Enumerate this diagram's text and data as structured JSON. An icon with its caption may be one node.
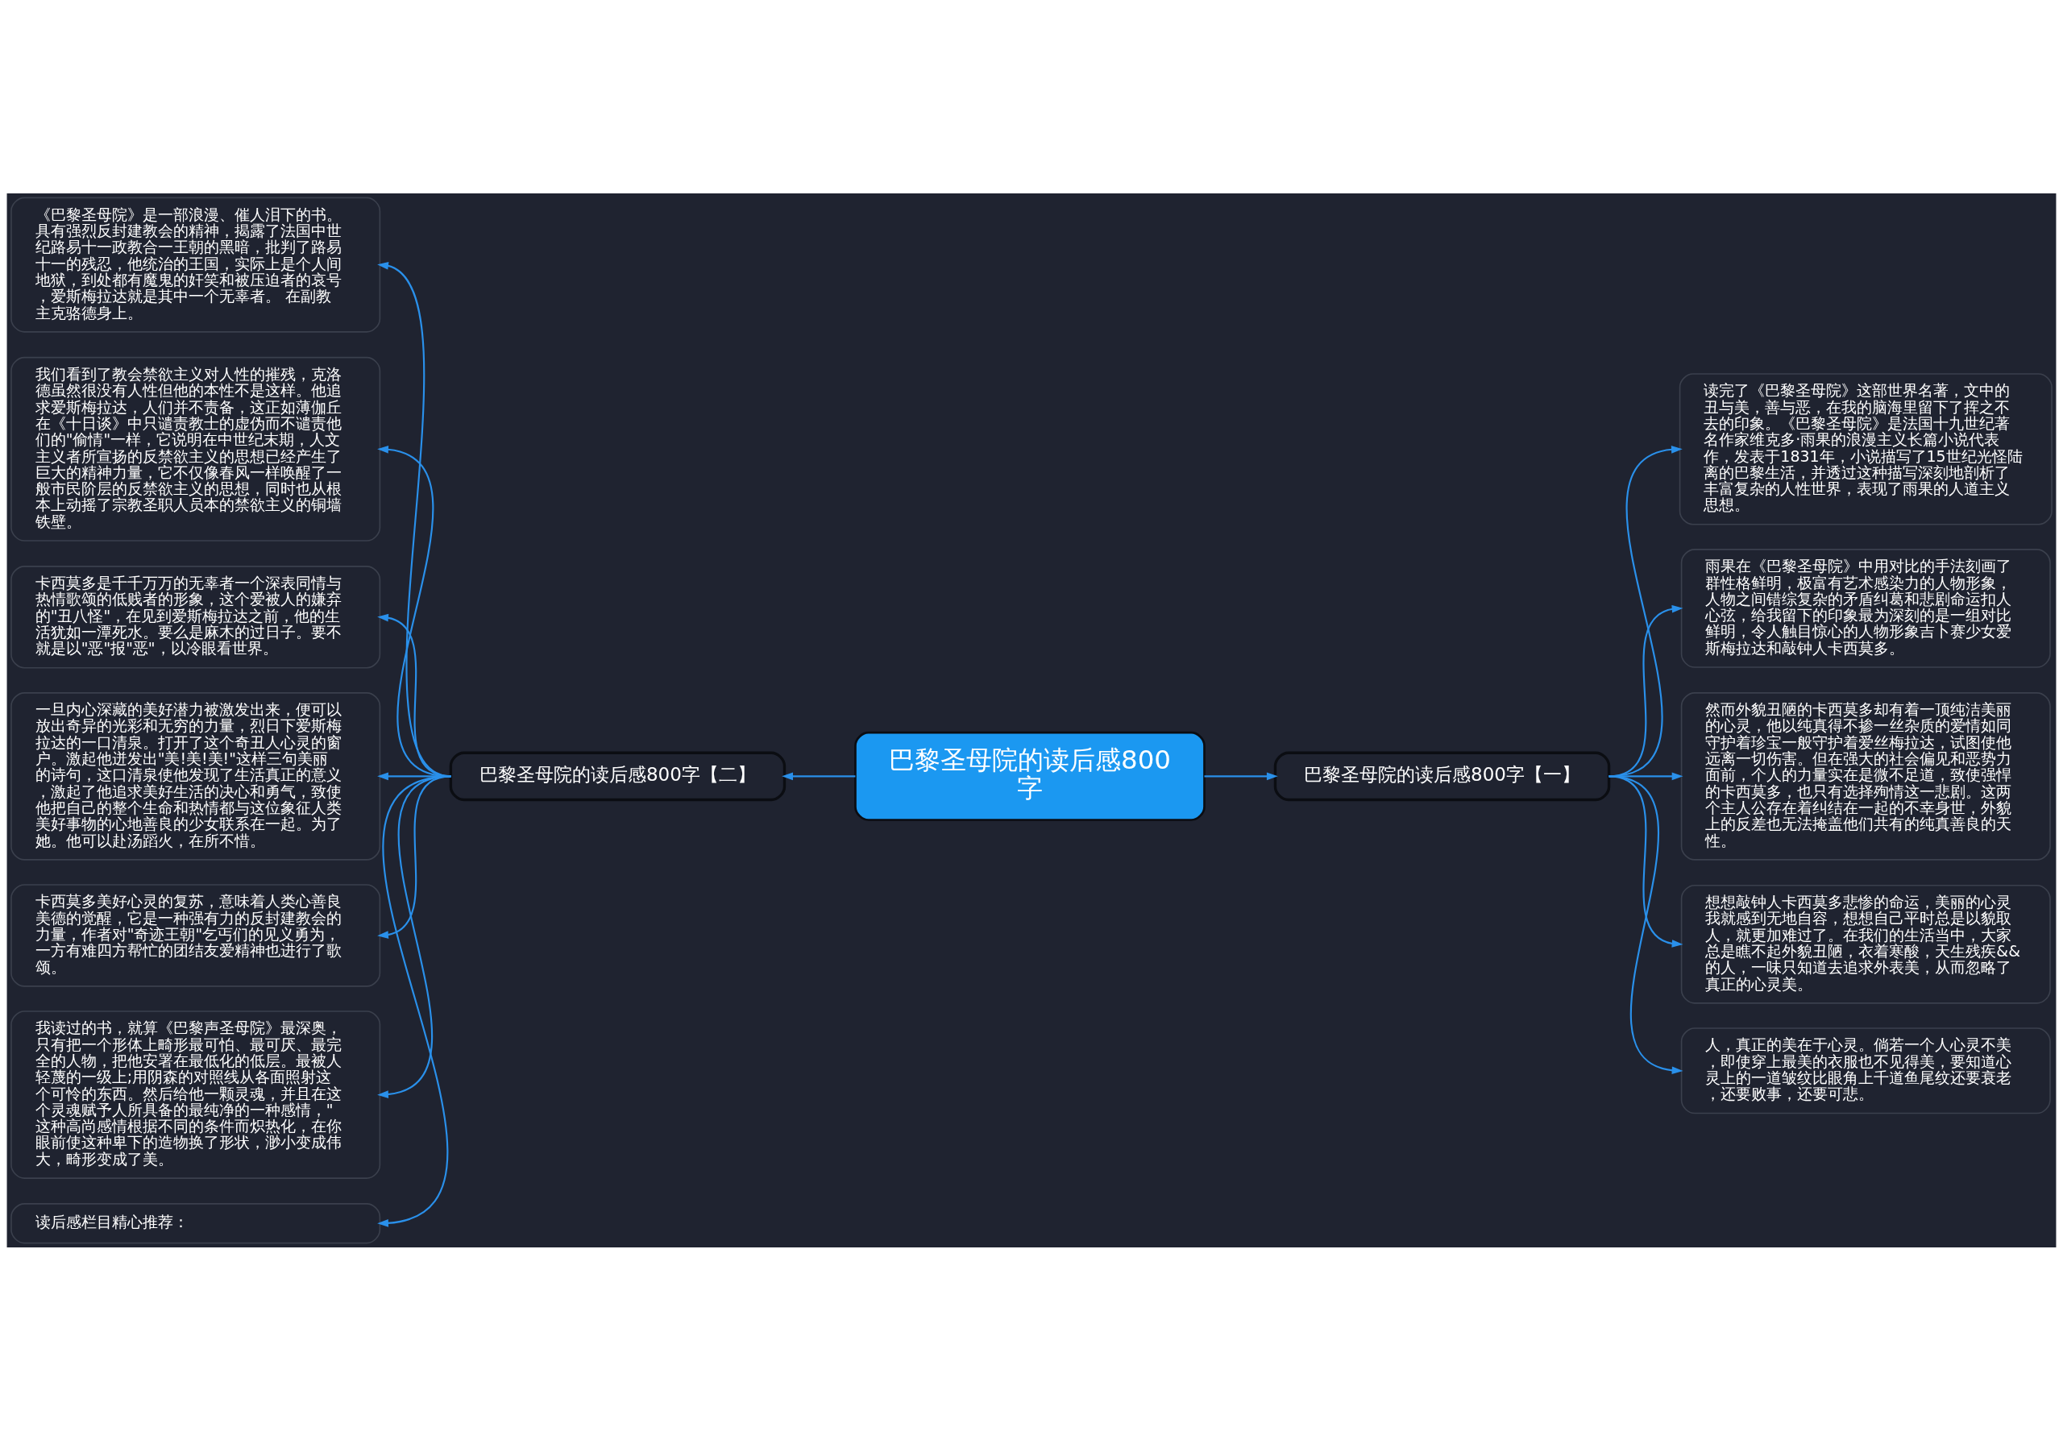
{
  "diagram": {
    "nodes": [
      {
        "text": [
          "巴黎圣母院的读后感800字"
        ]
      },
      {
        "text": [
          "巴黎圣母院的读后感800字【一】"
        ]
      },
      {
        "text": [
          "读完了《巴黎圣母院》这部世界名著，文中的丑与美，善与恶，在我的脑海里留下了挥之不去的印象。《巴黎圣母院》是法国十九世纪著名作家维克多·雨果的浪漫主义长篇小说代表作，发表于1831年，小说描写了15世纪光怪陆离的巴黎生活，并透过这种描写深刻地剖析了丰富复杂的人性世界，表现了雨果的人道主义思想。"
        ]
      },
      {
        "text": [
          "雨果在《巴黎圣母院》中用对比的手法刻画了群性格鲜明，极富有艺术感染力的人物形象，人物之间错综复杂的矛盾纠葛和悲剧命运扣人心弦，给我留下的印象最为深刻的是一组对比鲜明，令人触目惊心的人物形象吉卜赛少女爱斯梅拉达和敲钟人卡西莫多。"
        ]
      },
      {
        "text": [
          "然而外貌丑陋的卡西莫多却有着一顶纯洁美丽的心灵，他以纯真得不掺一丝杂质的爱情如同守护着珍宝一般守护着爱丝梅拉达，试图使他远离一切伤害。但在强大的社会偏见和恶势力面前，个人的力量实在是微不足道，致使强悍的卡西莫多，也只有选择殉情这一悲剧。这两个主人公存在着纠结在一起的不幸身世，外貌上的反差也无法掩盖他们共有的纯真善良的天性。"
        ]
      },
      {
        "text": [
          "想想敲钟人卡西莫多悲惨的命运，美丽的心灵我就感到无地自容，想想自己平时总是以貌取人，就更加难过了。在我们的生活当中，大家总是瞧不起外貌丑陋，衣着寒酸，天生残疾&&的人，一味只知道去追求外表美，从而忽略了真正的心灵美。"
        ]
      },
      {
        "text": [
          "人，真正的美在于心灵。倘若一个人心灵不美，即使穿上最美的衣服也不见得美，要知道心灵上的一道皱纹比眼角上千道鱼尾纹还要衰老，还要败事，还要可悲。"
        ]
      },
      {
        "text": [
          "巴黎圣母院的读后感800字【二】"
        ]
      },
      {
        "text": [
          "《巴黎圣母院》是一部浪漫、催人泪下的书。具有强烈反封建教会的精神，揭露了法国中世纪路易十一政教合一王朝的黑暗，批判了路易十一的残忍，他统治的王国，实际上是个人间地狱，到处都有魔鬼的奸笑和被压迫者的哀号，爱斯梅拉达就是其中一个无辜者。 在副教主克骆德身上。"
        ]
      },
      {
        "text": [
          "我们看到了教会禁欲主义对人性的摧残，克洛德虽然很没有人性但他的本性不是这样。他追求爱斯梅拉达，人们并不责备，这正如薄伽丘在《十日谈》中只谴责教士的虚伪而不谴责他们的\"偷情\"一样，它说明在中世纪末期，人文主义者所宣扬的反禁欲主义的思想已经产生了巨大的精神力量，它不仅像春风一样唤醒了一般市民阶层的反禁欲主义的思想，同时也从根本上动摇了宗教圣职人员本的禁欲主义的铜墙铁壁。"
        ]
      },
      {
        "text": [
          "卡西莫多是千千万万的无辜者一个深表同情与热情歌颂的低贱者的形象，这个爱被人的嫌弃的\"丑八怪\"，在见到爱斯梅拉达之前，他的生活犹如一潭死水。要么是麻木的过日子。要不就是以\"恶\"报\"恶\"，以冷眼看世界。"
        ]
      },
      {
        "text": [
          "一旦内心深藏的美好潜力被激发出来，便可以放出奇异的光彩和无穷的力量，烈日下爱斯梅拉达的一口清泉。打开了这个奇丑人心灵的窗户。激起他迸发出\"美!美!美!\"这样三句美丽的诗句，这口清泉使他发现了生活真正的意义，激起了他追求美好生活的决心和勇气，致使他把自己的整个生命和热情都与这位象征人类美好事物的心地善良的少女联系在一起。为了她。他可以赴汤蹈火，在所不惜。"
        ]
      },
      {
        "text": [
          "卡西莫多美好心灵的复苏，意味着人类心善良美德的觉醒，它是一种强有力的反封建教会的力量，作者对\"奇迹王朝\"乞丐们的见义勇为，一方有难四方帮忙的团结友爱精神也进行了歌颂。"
        ]
      },
      {
        "text": [
          "我读过的书，就算《巴黎声圣母院》最深奥，只有把一个形体上畸形最可怕、最可厌、最完全的人物，把他安署在最低化的低层。最被人轻蔑的一级上;用阴森的对照线从各面照射这个可怜的东西。然后给他一颗灵魂，并且在这个灵魂赋予人所具备的最纯净的一种感情，\"这种高尚感情根据不同的条件而炽热化，在你眼前使这种卑下的造物换了形状，渺小变成伟大，畸形变成了美。"
        ]
      },
      {
        "text": [
          "读后感栏目精心推荐："
        ]
      }
    ],
    "edges": [
      {
        "from": 0,
        "to": 1,
        "arrow": "to"
      },
      {
        "from": 1,
        "to": 2,
        "arrow": "to"
      },
      {
        "from": 1,
        "to": 3,
        "arrow": "to"
      },
      {
        "from": 1,
        "to": 4,
        "arrow": "to"
      },
      {
        "from": 1,
        "to": 5,
        "arrow": "to"
      },
      {
        "from": 1,
        "to": 6,
        "arrow": "to"
      },
      {
        "from": 0,
        "to": 7,
        "arrow": "to"
      },
      {
        "from": 7,
        "to": 8,
        "arrow": "to"
      },
      {
        "from": 7,
        "to": 9,
        "arrow": "to"
      },
      {
        "from": 7,
        "to": 10,
        "arrow": "to"
      },
      {
        "from": 7,
        "to": 11,
        "arrow": "to"
      },
      {
        "from": 7,
        "to": 12,
        "arrow": "to"
      },
      {
        "from": 7,
        "to": 13,
        "arrow": "to"
      },
      {
        "from": 7,
        "to": 14,
        "arrow": "to"
      }
    ]
  }
}
